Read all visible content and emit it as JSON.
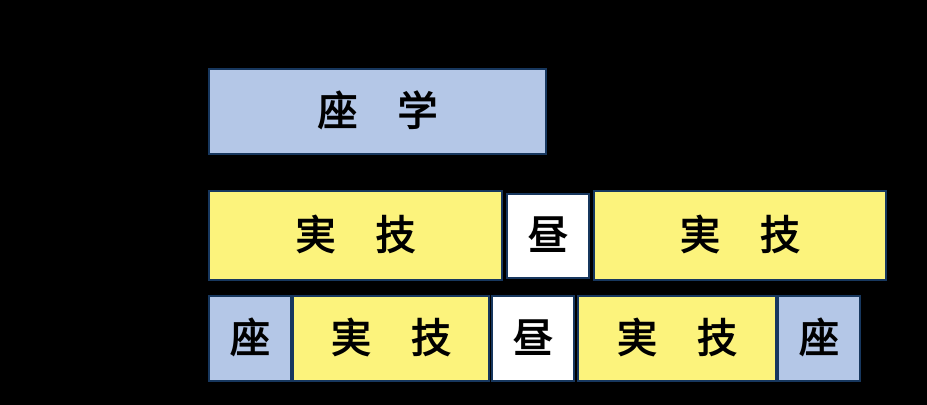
{
  "diagram": {
    "title": "training-schedule-blocks",
    "background_color": "#000000"
  },
  "colors": {
    "lecture_fill": "#b4c7e7",
    "practical_fill": "#fcf37c",
    "lunch_fill": "#ffffff",
    "box_border": "#17375e",
    "label_text": "#000000"
  },
  "rows": [
    {
      "name": "row-lecture-day",
      "segments": [
        {
          "type": "lecture",
          "label": "座　学"
        }
      ]
    },
    {
      "name": "row-practical-day",
      "segments": [
        {
          "type": "practical",
          "label": "実　技"
        },
        {
          "type": "lunch",
          "label": "昼"
        },
        {
          "type": "practical",
          "label": "実　技"
        }
      ]
    },
    {
      "name": "row-mixed-day",
      "segments": [
        {
          "type": "lecture",
          "label": "座"
        },
        {
          "type": "practical",
          "label": "実　技"
        },
        {
          "type": "lunch",
          "label": "昼"
        },
        {
          "type": "practical",
          "label": "実　技"
        },
        {
          "type": "lecture",
          "label": "座"
        }
      ]
    }
  ]
}
